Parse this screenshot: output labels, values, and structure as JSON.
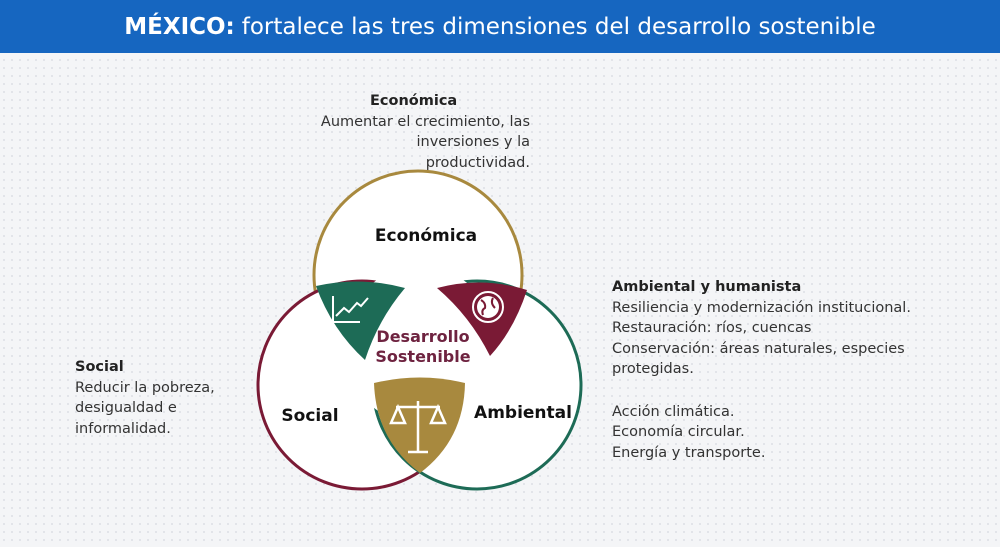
{
  "header": {
    "country": "MÉXICO:",
    "title": "fortalece las tres dimensiones  del desarrollo sostenible"
  },
  "economica": {
    "title": "Económica",
    "lines": [
      "Aumentar el crecimiento, las",
      "inversiones y la productividad."
    ]
  },
  "social": {
    "title": "Social",
    "lines": [
      "Reducir la pobreza,",
      "desigualdad e",
      "informalidad."
    ]
  },
  "ambiental": {
    "title": "Ambiental y humanista",
    "lines": [
      "Resiliencia y modernización institucional.",
      "Restauración: ríos, cuencas",
      "Conservación: áreas naturales, especies",
      "protegidas."
    ],
    "lines2": [
      "Acción climática.",
      "Economía circular.",
      "Energía y transporte."
    ]
  },
  "diagram": {
    "top": "Económica",
    "left": "Social",
    "right": "Ambiental",
    "center": [
      "Desarrollo",
      "Sostenible"
    ],
    "colors": {
      "gold": "#a8893e",
      "maroon": "#7a1a35",
      "green": "#1d6b56"
    }
  }
}
